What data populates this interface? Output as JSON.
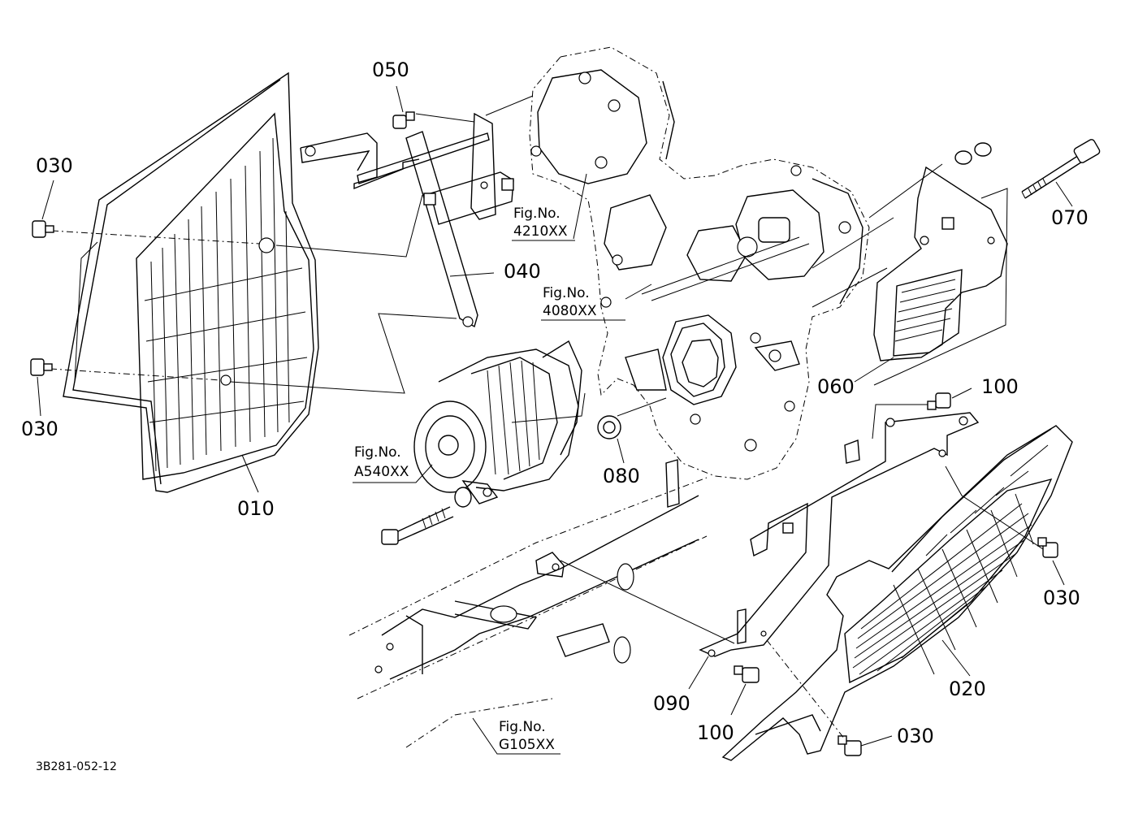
{
  "parts": {
    "p010": "010",
    "p020": "020",
    "p030_a": "030",
    "p030_b": "030",
    "p030_c": "030",
    "p030_d": "030",
    "p040": "040",
    "p050": "050",
    "p060": "060",
    "p070": "070",
    "p080": "080",
    "p090": "090",
    "p100_a": "100",
    "p100_b": "100"
  },
  "figure_refs": {
    "ref_4210": {
      "title": "Fig.No.",
      "code": "4210XX"
    },
    "ref_4080": {
      "title": "Fig.No.",
      "code": "4080XX"
    },
    "ref_a540": {
      "title": "Fig.No.",
      "code": "A540XX"
    },
    "ref_g105": {
      "title": "Fig.No.",
      "code": "G105XX"
    }
  },
  "drawing_code": "3B281-052-12"
}
